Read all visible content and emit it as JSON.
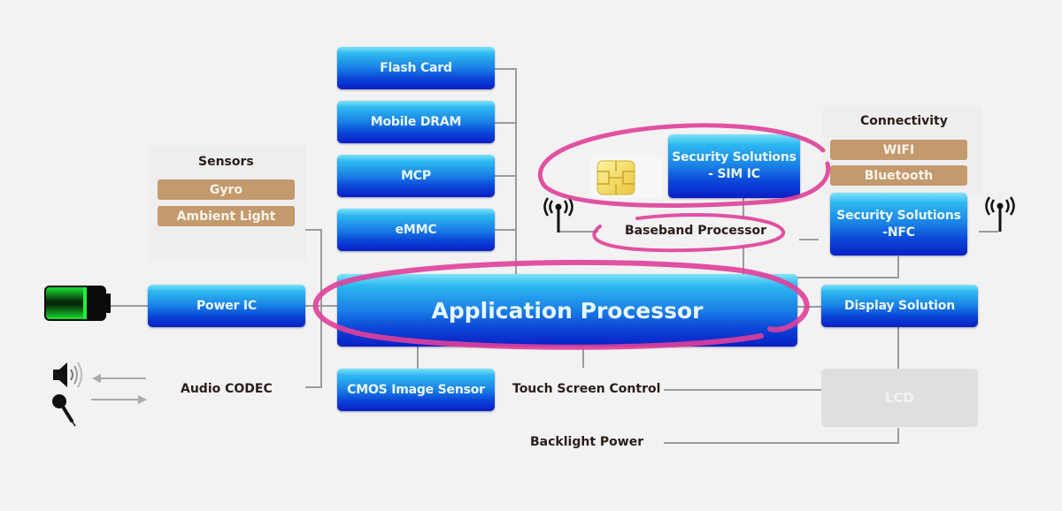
{
  "diagram": {
    "memory": {
      "flash_card": "Flash Card",
      "mobile_dram": "Mobile DRAM",
      "mcp": "MCP",
      "emmc": "eMMC"
    },
    "sensors": {
      "title": "Sensors",
      "items": [
        "Gyro",
        "Ambient Light"
      ]
    },
    "connectivity": {
      "title": "Connectivity",
      "items": [
        "WIFI",
        "Bluetooth"
      ]
    },
    "security_sim": {
      "line1": "Security Solutions",
      "line2": "- SIM IC"
    },
    "security_nfc": {
      "line1": "Security Solutions",
      "line2": "-NFC"
    },
    "baseband": "Baseband Processor",
    "application_processor": "Application Processor",
    "power_ic": "Power IC",
    "display_solution": "Display Solution",
    "audio_codec": "Audio CODEC",
    "cmos_sensor": "CMOS Image Sensor",
    "touch_screen": "Touch Screen Control",
    "backlight": "Backlight Power",
    "lcd": "LCD",
    "icons": {
      "battery": "battery-icon",
      "speaker": "speaker-icon",
      "microphone": "microphone-icon",
      "antenna": "antenna-icon",
      "sim_chip": "sim-chip-icon"
    },
    "colors": {
      "highlight": "#e0409a",
      "component_blue": "#1a6fe6",
      "category_tan": "#c29a6d",
      "connector": "#9a9a9a"
    }
  }
}
